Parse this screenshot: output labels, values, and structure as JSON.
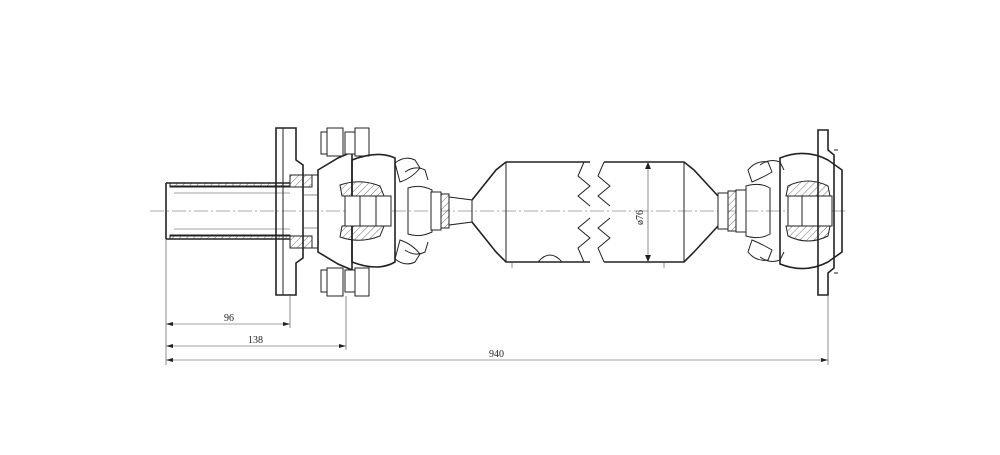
{
  "dimensions": {
    "d96": "96",
    "d138": "138",
    "d940": "940",
    "diameter": "ø76"
  }
}
